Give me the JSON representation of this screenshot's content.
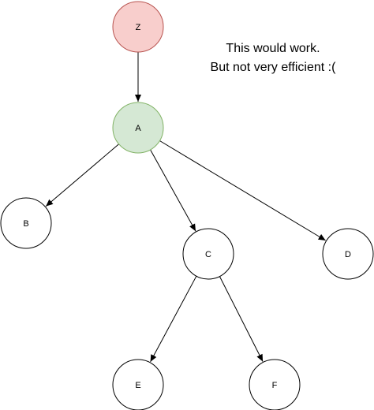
{
  "diagram": {
    "nodes": [
      {
        "id": "Z",
        "label": "Z",
        "fill": "#f8cecc",
        "stroke": "#b85450"
      },
      {
        "id": "A",
        "label": "A",
        "fill": "#d5e8d4",
        "stroke": "#82b366"
      },
      {
        "id": "B",
        "label": "B",
        "fill": "#ffffff",
        "stroke": "#000000"
      },
      {
        "id": "C",
        "label": "C",
        "fill": "#ffffff",
        "stroke": "#000000"
      },
      {
        "id": "D",
        "label": "D",
        "fill": "#ffffff",
        "stroke": "#000000"
      },
      {
        "id": "E",
        "label": "E",
        "fill": "#ffffff",
        "stroke": "#000000"
      },
      {
        "id": "F",
        "label": "F",
        "fill": "#ffffff",
        "stroke": "#000000"
      }
    ],
    "edges": [
      {
        "from": "Z",
        "to": "A"
      },
      {
        "from": "A",
        "to": "B"
      },
      {
        "from": "A",
        "to": "C"
      },
      {
        "from": "A",
        "to": "D"
      },
      {
        "from": "C",
        "to": "E"
      },
      {
        "from": "C",
        "to": "F"
      }
    ],
    "note": {
      "line1": "This would work.",
      "line2": "But not very efficient :("
    }
  }
}
